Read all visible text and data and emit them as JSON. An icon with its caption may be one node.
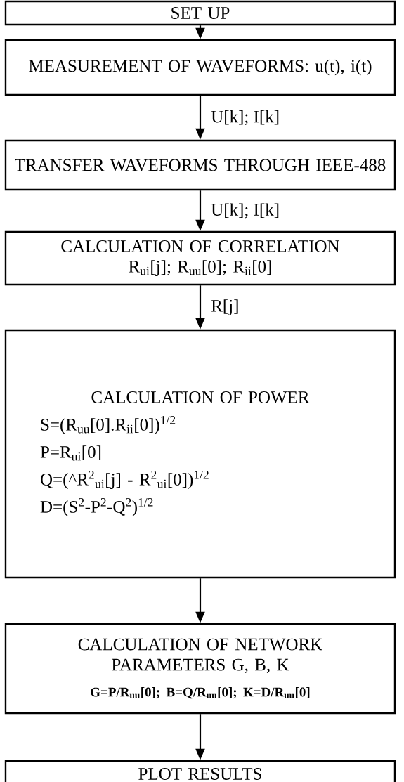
{
  "diagram": {
    "nodes": [
      {
        "text": [
          "SET UP"
        ]
      },
      {
        "text": [
          "MEASUREMENT OF WAVEFORMS: u(t), i(t)"
        ]
      },
      {
        "text": [
          "TRANSFER WAVEFORMS THROUGH IEEE-488"
        ]
      },
      {
        "text": [
          "CALCULATION OF CORRELATION",
          "R$_{ui}$[j]; R$_{uu}$[0]; R$_{ii}$[0]"
        ]
      },
      {
        "text": [
          "CALCULATION OF POWER",
          "S=(R$_{uu}$[0].R$_{ii}$[0])$^{1/2}$",
          "P=R$_{ui}$[0]",
          "Q=(^R$^{2}$$_{ui}$[j] - R$^{2}$$_{ui}$[0])$^{1/2}$",
          "D=(S$^{2}$-P$^{2}$-Q$^{2}$)$^{1/2}$"
        ]
      },
      {
        "text": [
          "CALCULATION OF NETWORK PARAMETERS G, B, K",
          "G=P/R$_{uu}$[0]; B=Q/R$_{uu}$[0]; K=D/R$_{uu}$[0]"
        ]
      },
      {
        "text": [
          "PLOT RESULTS"
        ]
      }
    ],
    "edges": [
      {
        "from": 0,
        "to": 1,
        "arrow": "to"
      },
      {
        "from": 1,
        "to": 2,
        "arrow": "to",
        "label": "U[k]; I[k]"
      },
      {
        "from": 2,
        "to": 3,
        "arrow": "to",
        "label": "U[k]; I[k]"
      },
      {
        "from": 3,
        "to": 4,
        "arrow": "to",
        "label": "R[j]"
      },
      {
        "from": 4,
        "to": 5,
        "arrow": "to"
      },
      {
        "from": 5,
        "to": 6,
        "arrow": "to"
      }
    ]
  }
}
